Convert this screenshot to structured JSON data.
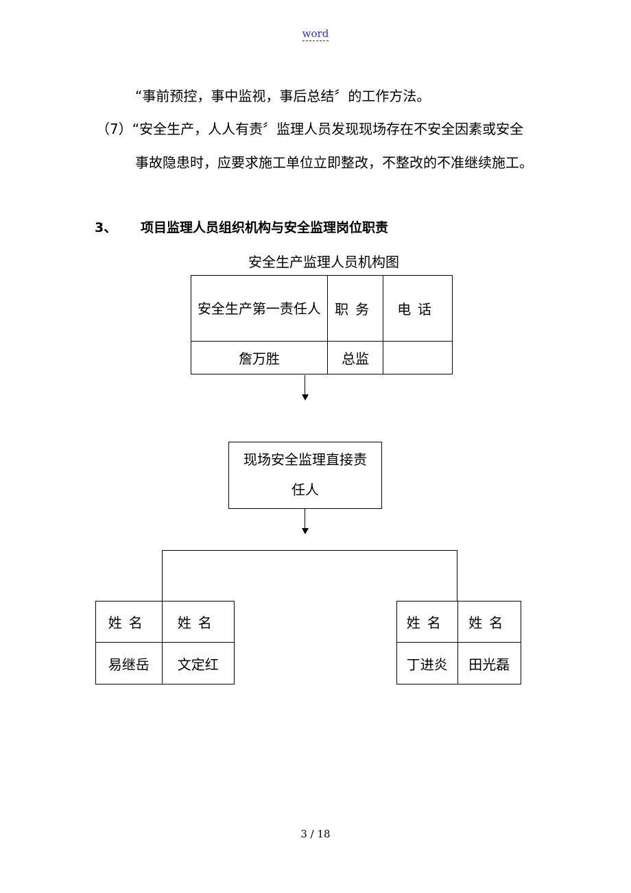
{
  "header": {
    "link_text": "word"
  },
  "body_text": {
    "line1": "“事前预控，事中监视，事后总结〞的工作方法。",
    "line2": "（7）“安全生产，人人有责〞监理人员发现现场存在不安全因素或安全",
    "line3": "事故隐患时，应要求施工单位立即整改，不整改的不准继续施工。"
  },
  "section": {
    "number": "3、",
    "title": "项目监理人员组织机构与安全监理岗位职责"
  },
  "chart": {
    "caption": "安全生产监理人员机构图",
    "top_table": {
      "headers": [
        "安全生产第一责任人",
        "职务",
        "电话"
      ],
      "row": [
        "詹万胜",
        "总监",
        ""
      ]
    },
    "middle_box": {
      "line1": "现场安全监理直接责",
      "line2": "任人"
    },
    "left_table": {
      "headers": [
        "姓名",
        "姓名"
      ],
      "names": [
        "易继岳",
        "文定红"
      ]
    },
    "right_table": {
      "headers": [
        "姓名",
        "姓名"
      ],
      "names": [
        "丁进炎",
        "田光磊"
      ]
    }
  },
  "footer": {
    "page_number": "3 / 18"
  }
}
